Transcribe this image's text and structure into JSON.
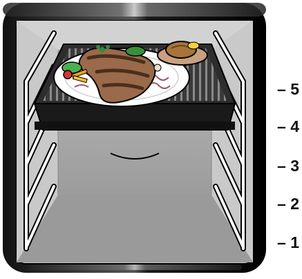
{
  "oven": {
    "frame_color": "#1a1a1a",
    "cavity_wall_color": "#bdbdbd",
    "cavity_back_color": "#a6a6a6",
    "floor_color": "#9a9a9a",
    "grill_tray_color": "#2a2a2a",
    "meat_color": "#9a6a4a",
    "plate_color": "#ffffff",
    "rack_color": "#ffffff"
  },
  "rack_levels": [
    {
      "label": "– 5",
      "level": 5
    },
    {
      "label": "– 4",
      "level": 4
    },
    {
      "label": "– 3",
      "level": 3
    },
    {
      "label": "– 2",
      "level": 2
    },
    {
      "label": "– 1",
      "level": 1
    }
  ],
  "tray_position_level": 5,
  "tray_contents": [
    "steak",
    "baked-potato",
    "vegetables"
  ]
}
